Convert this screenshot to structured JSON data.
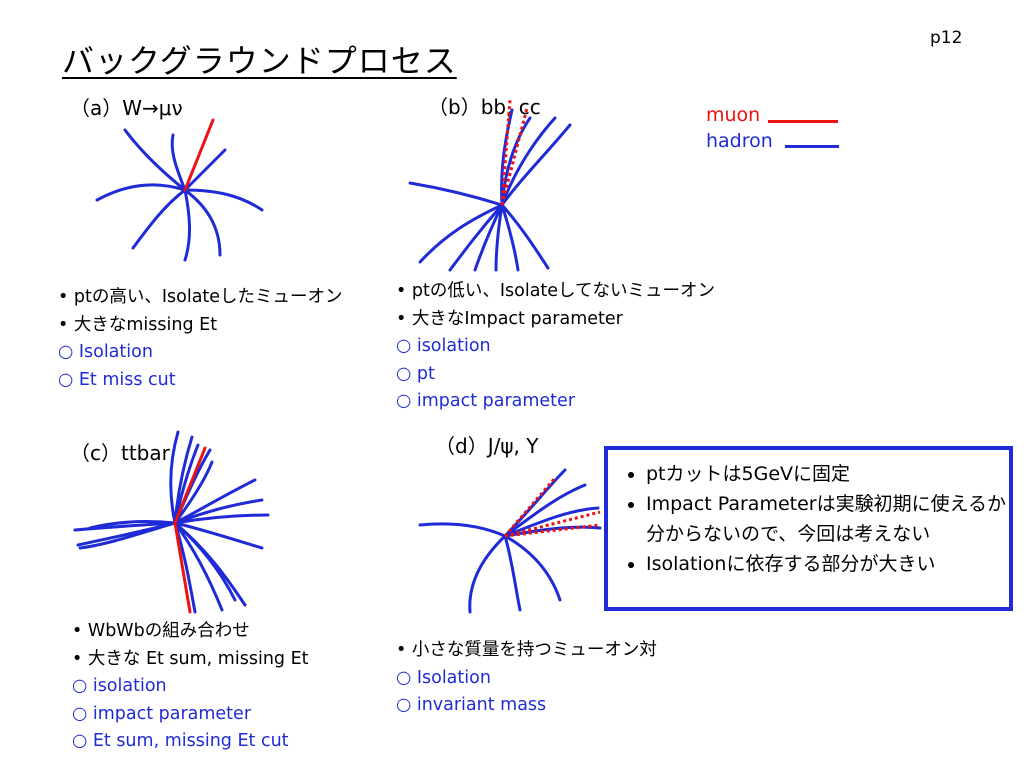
{
  "page_number": "p12",
  "title": "バックグラウンドプロセス",
  "legend": {
    "muon": {
      "label": "muon",
      "color": "#ee1111"
    },
    "hadron": {
      "label": "hadron",
      "color": "#1f2bd6"
    }
  },
  "panels": {
    "a": {
      "label": "（a）W→μν",
      "notes": [
        "• ptの高い、Isolateしたミューオン",
        "• 大きなmissing Et",
        "○ Isolation",
        "○ Et miss cut"
      ]
    },
    "b": {
      "label": "（b）bb, cc",
      "notes": [
        "• ptの低い、Isolateしてないミューオン",
        "• 大きなImpact parameter",
        "○ isolation",
        "○ pt",
        "○ impact parameter"
      ]
    },
    "c": {
      "label": "（c）ttbar",
      "notes": [
        "• WbWbの組み合わせ",
        "• 大きな Et sum, missing Et",
        "○ isolation",
        "○ impact parameter",
        "○ Et sum, missing Et cut"
      ]
    },
    "d": {
      "label": "（d）J/ψ, Υ",
      "notes": [
        "• 小さな質量を持つミューオン対",
        "○ Isolation",
        "○ invariant mass"
      ]
    }
  },
  "summary": [
    "ptカットは5GeVに固定",
    "Impact Parameterは実験初期に使えるか分からないので、今回は考えない",
    "Isolationに依存する部分が大きい"
  ]
}
